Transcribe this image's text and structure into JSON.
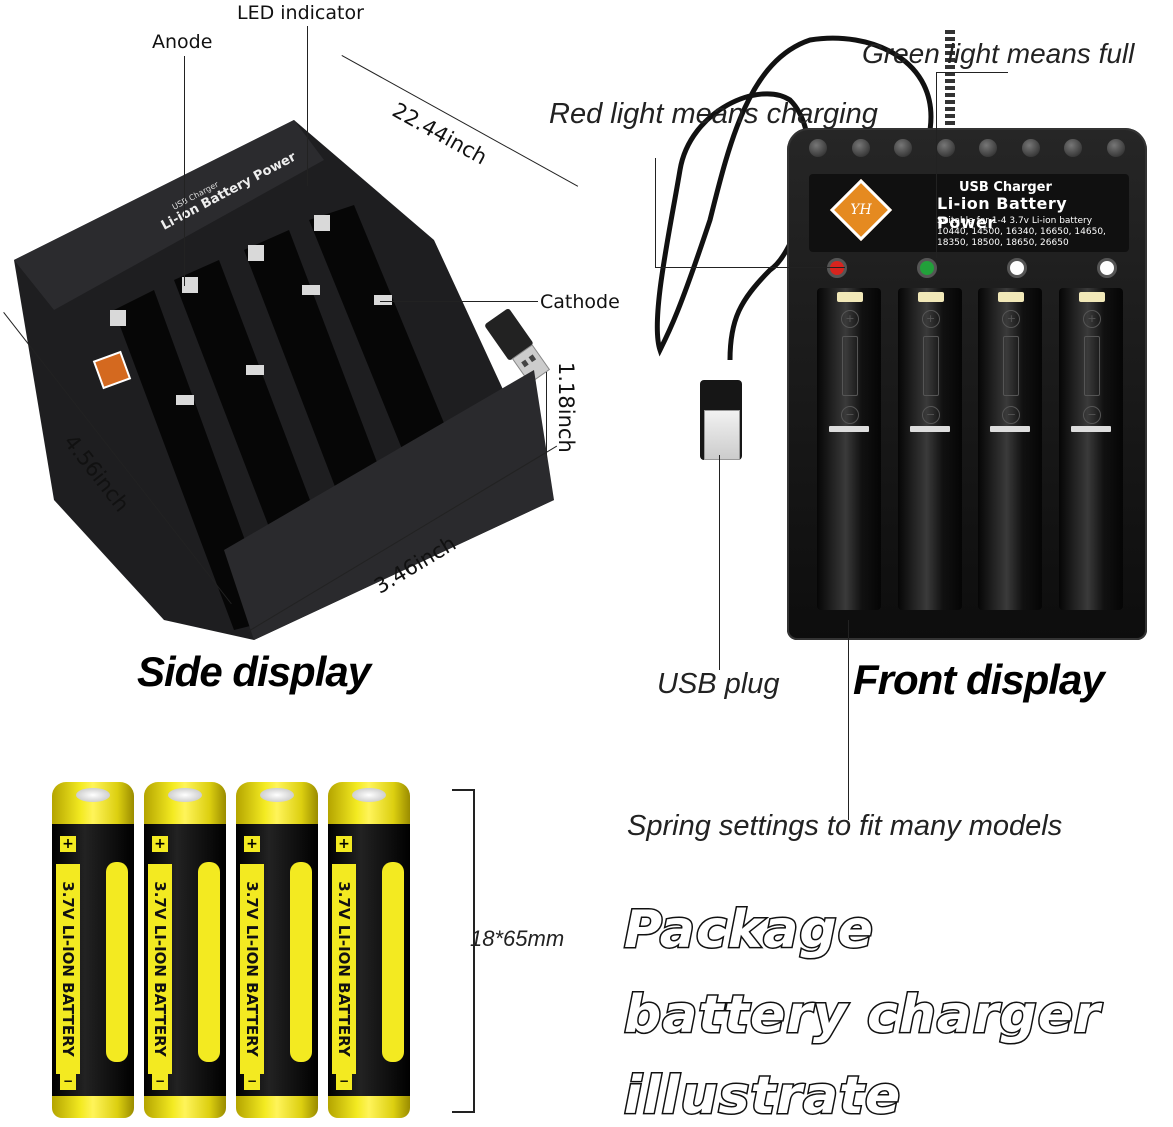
{
  "side_view": {
    "labels": {
      "led_indicator": "LED indicator",
      "anode": "Anode",
      "cathode": "Cathode"
    },
    "dimensions": {
      "cable_length": "22.44inch",
      "height": "1.18inch",
      "length": "4.56inch",
      "width": "3.46inch"
    },
    "caption": "Side display"
  },
  "front_view": {
    "annotations": {
      "green_light": "Green light means full",
      "red_light": "Red light means charging",
      "usb_plug": "USB plug",
      "spring": "Spring settings to fit many models"
    },
    "caption": "Front display",
    "panel": {
      "logo": "YH",
      "title": "USB Charger",
      "subtitle": "Li-ion Battery Power",
      "suitable": "Suitable for 1-4  3.7v Li-ion battery",
      "models_line1": "10440, 14500, 16340, 16650, 14650,",
      "models_line2": "18350, 18500, 18650, 26650"
    },
    "leds": [
      {
        "state": "charging",
        "color": "#d8241e"
      },
      {
        "state": "full",
        "color": "#22a03a"
      },
      {
        "state": "off",
        "color": "#ffffff"
      },
      {
        "state": "off",
        "color": "#ffffff"
      }
    ],
    "slot_count": 4
  },
  "batteries": {
    "count": 4,
    "label": "3.7V LI-ION BATTERY",
    "small_label": "3.7V LI-ION BATTERY",
    "plus_symbol": "+",
    "minus_symbol": "−",
    "size": "18*65mm",
    "colors": {
      "body": "#f3ea21",
      "wrap": "#111111"
    }
  },
  "headline": {
    "line1": "Package",
    "line2": "battery charger",
    "line3": "illustrate"
  }
}
